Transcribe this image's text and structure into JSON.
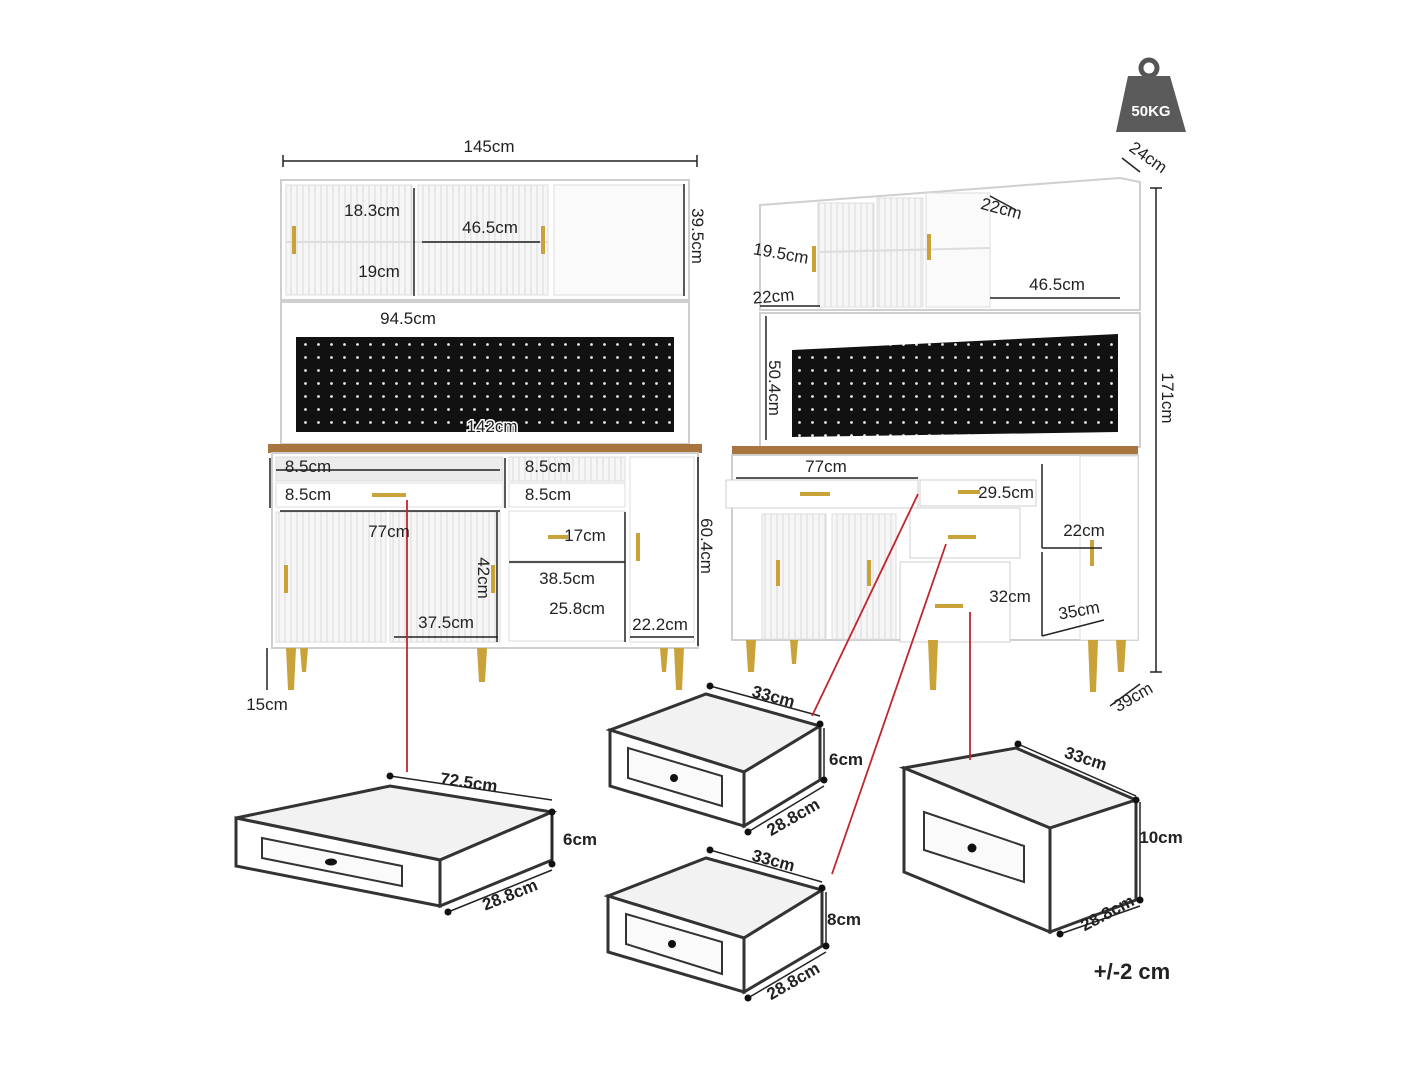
{
  "weight_badge": {
    "label": "50KG",
    "icon": "weight-icon"
  },
  "tolerance": "+/-2 cm",
  "colors": {
    "body": "#ffffff",
    "pegboard": "#111111",
    "countertop": "#a8753f",
    "handle": "#c9a23a",
    "guide_line": "#c0262e"
  },
  "front_view": {
    "labels": {
      "total_width": "145cm",
      "top_shelf_height": "18.3cm",
      "top_inner_width": "46.5cm",
      "top_lower_shelf_height": "19cm",
      "hutch_height": "39.5cm",
      "pegboard_width": "94.5cm",
      "counter_width": "142cm",
      "drawer_top_left": "8.5cm",
      "drawer_top_mid": "8.5cm",
      "drawer_left_height": "8.5cm",
      "drawer_mid_height": "8.5cm",
      "base_left_width": "77cm",
      "mid_drawer_height": "17cm",
      "base_height": "60.4cm",
      "base_door_height": "42cm",
      "mid_col_width": "38.5cm",
      "mid_col_height": "25.8cm",
      "door_width": "37.5cm",
      "right_door_width": "22.2cm",
      "leg_height": "15cm"
    }
  },
  "side_view": {
    "labels": {
      "top_depth": "24cm",
      "shelf_width": "22cm",
      "upper_shelf_height": "19.5cm",
      "upper_shelf_width": "22cm",
      "inner_width": "46.5cm",
      "total_height": "171cm",
      "pegboard_height": "50.4cm",
      "left_drawer_width": "77cm",
      "drawer_width": "29.5cm",
      "right_shelf_height": "22cm",
      "bottom_drawer_height": "32cm",
      "bottom_shelf_height": "35cm",
      "base_depth": "39cm"
    }
  },
  "drawers": [
    {
      "name": "large-drawer",
      "width": "72.5cm",
      "height": "6cm",
      "depth": "28.8cm"
    },
    {
      "name": "small-drawer-top",
      "width": "33cm",
      "height": "6cm",
      "depth": "28.8cm"
    },
    {
      "name": "small-drawer-bottom",
      "width": "33cm",
      "height": "8cm",
      "depth": "28.8cm"
    },
    {
      "name": "deep-drawer",
      "width": "33cm",
      "height": "10cm",
      "depth": "28.8cm"
    }
  ]
}
